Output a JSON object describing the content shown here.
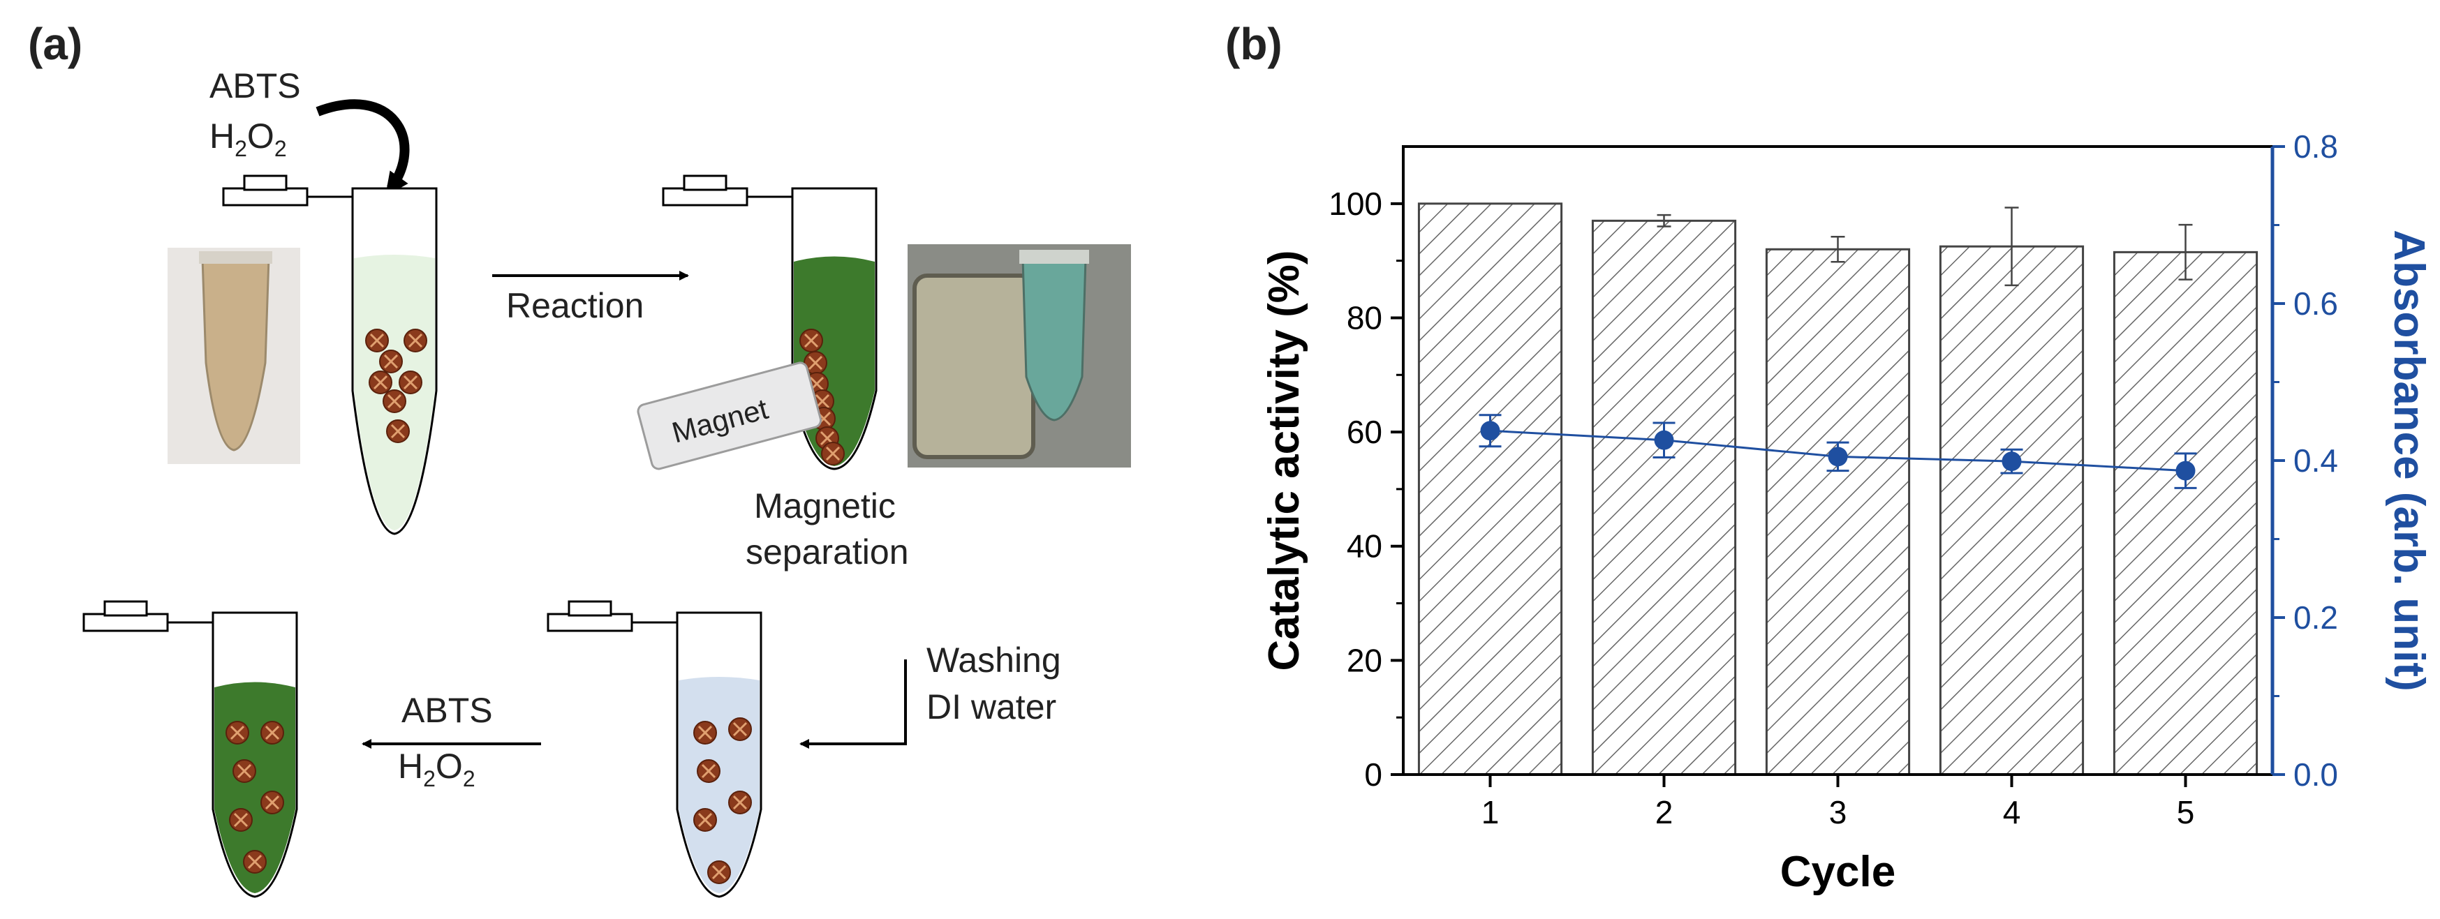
{
  "panel_a": {
    "label": "(a)",
    "step1_reagent_line1": "ABTS",
    "step1_reagent_line2_main": "H",
    "step1_reagent_line2_sub1": "2",
    "step1_reagent_line2_mid": "O",
    "step1_reagent_line2_sub2": "2",
    "reaction_label": "Reaction",
    "magnet_label": "Magnet",
    "separation_line1": "Magnetic",
    "separation_line2": "separation",
    "washing_line1": "Washing",
    "washing_line2": "DI water",
    "step4_reagent_line1": "ABTS",
    "step4_reagent_line2_main": "H",
    "step4_reagent_line2_sub1": "2",
    "step4_reagent_line2_mid": "O",
    "step4_reagent_line2_sub2": "2",
    "colors": {
      "light_green_liquid": "#e6f3e2",
      "dark_green_liquid": "#3d7a2c",
      "light_blue_liquid": "#d3dfee",
      "particle": "#8a3a1c",
      "particle_cross": "#e0a070"
    }
  },
  "panel_b": {
    "label": "(b)"
  },
  "chart_data": {
    "type": "bar",
    "categories": [
      "1",
      "2",
      "3",
      "4",
      "5"
    ],
    "xlabel": "Cycle",
    "ylabel": "Catalytic activity (%)",
    "ylabel_right": "Absorbance (arb. unit)",
    "ylim": [
      0,
      110
    ],
    "ylim_right": [
      0,
      0.8
    ],
    "yticks": [
      0,
      20,
      40,
      60,
      80,
      100
    ],
    "yticks_right": [
      "0.0",
      "0.2",
      "0.4",
      "0.6",
      "0.8"
    ],
    "series": [
      {
        "axis": "left",
        "style": "hatched-bar",
        "values": [
          100,
          97,
          92,
          92.5,
          91.5
        ],
        "errors": [
          0,
          1,
          2.2,
          6.8,
          4.8
        ]
      },
      {
        "axis": "right",
        "style": "line-marker",
        "color": "#1f4fa0",
        "values": [
          0.438,
          0.426,
          0.405,
          0.399,
          0.387
        ],
        "errors": [
          0.02,
          0.022,
          0.018,
          0.015,
          0.022
        ]
      }
    ],
    "grid": false,
    "colors": {
      "right_axis": "#1f4fa0",
      "bar_hatch": "#555555"
    }
  }
}
